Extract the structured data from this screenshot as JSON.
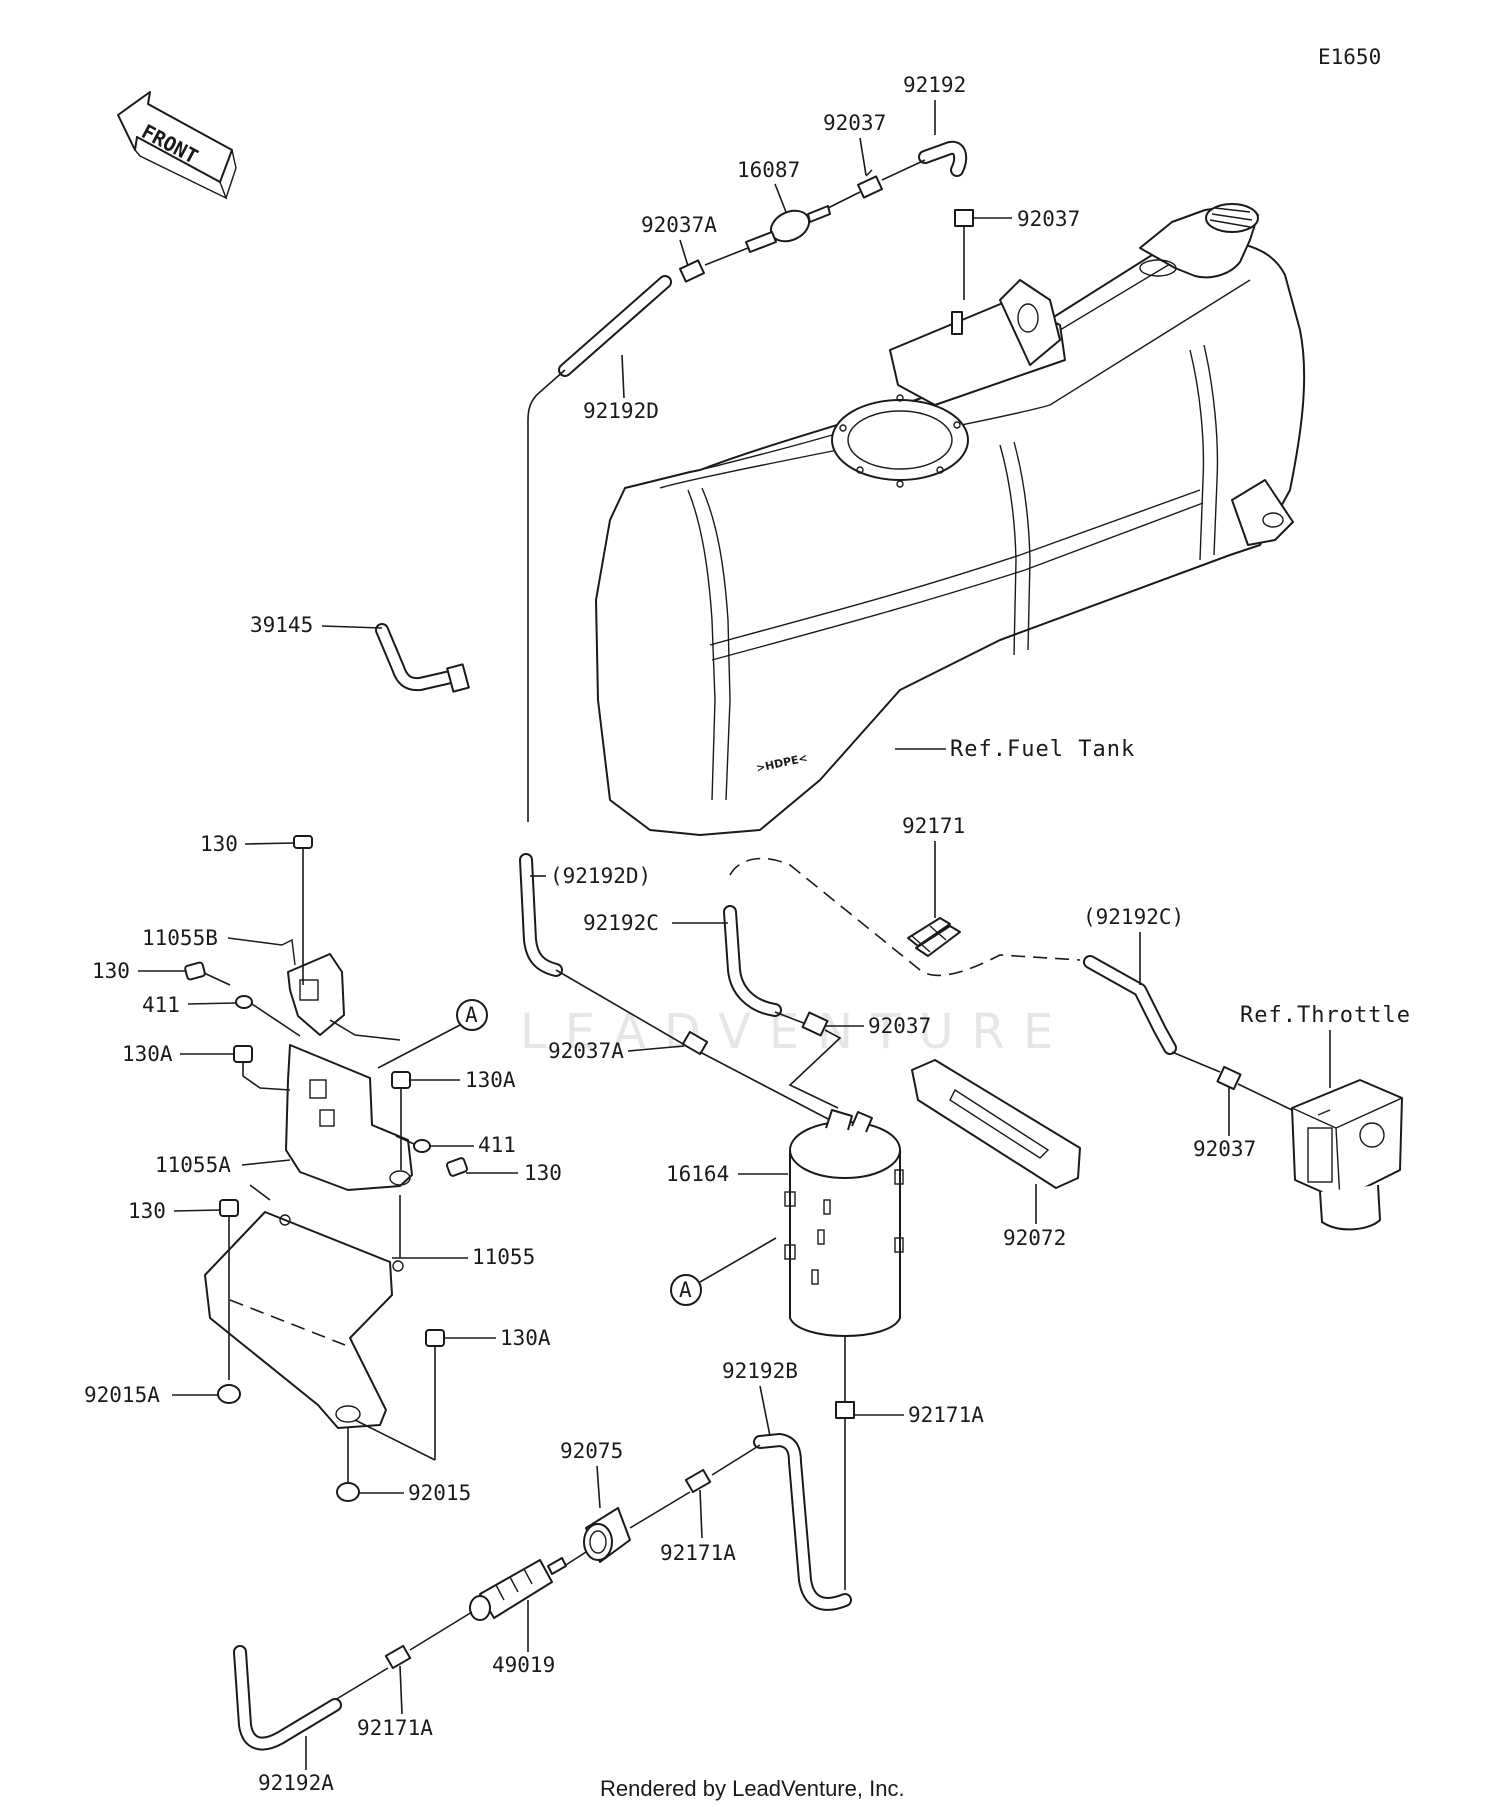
{
  "diagram_code": "E1650",
  "front_label": "FRONT",
  "watermark": "LEADVENTURE",
  "credit": "Rendered by LeadVenture, Inc.",
  "refs": {
    "fuel_tank": "Ref.Fuel Tank",
    "throttle": "Ref.Throttle"
  },
  "callout_a": "A",
  "parts": {
    "p92192_top": "92192",
    "p92037_top": "92037",
    "p16087": "16087",
    "p92037_right": "92037",
    "p92037A_top": "92037A",
    "p92192D": "92192D",
    "p39145": "39145",
    "p130_top": "130",
    "p11055B": "11055B",
    "p130_left": "130",
    "p411_left": "411",
    "p130A_left": "130A",
    "p130A_mid": "130A",
    "p411_right": "411",
    "p130_right": "130",
    "p11055A": "11055A",
    "p130_low": "130",
    "p11055": "11055",
    "p130A_low": "130A",
    "p92015A": "92015A",
    "p92015": "92015",
    "p92192D_paren": "(92192D)",
    "p92171": "92171",
    "p92192C": "92192C",
    "p92192C_paren": "(92192C)",
    "p92037_mid": "92037",
    "p92037A_mid": "92037A",
    "p16164": "16164",
    "p92072": "92072",
    "p92037_throttle": "92037",
    "p92192B": "92192B",
    "p92171A_right": "92171A",
    "p92075": "92075",
    "p92171A_mid": "92171A",
    "p49019": "49019",
    "p92171A_low": "92171A",
    "p92192A": "92192A"
  }
}
